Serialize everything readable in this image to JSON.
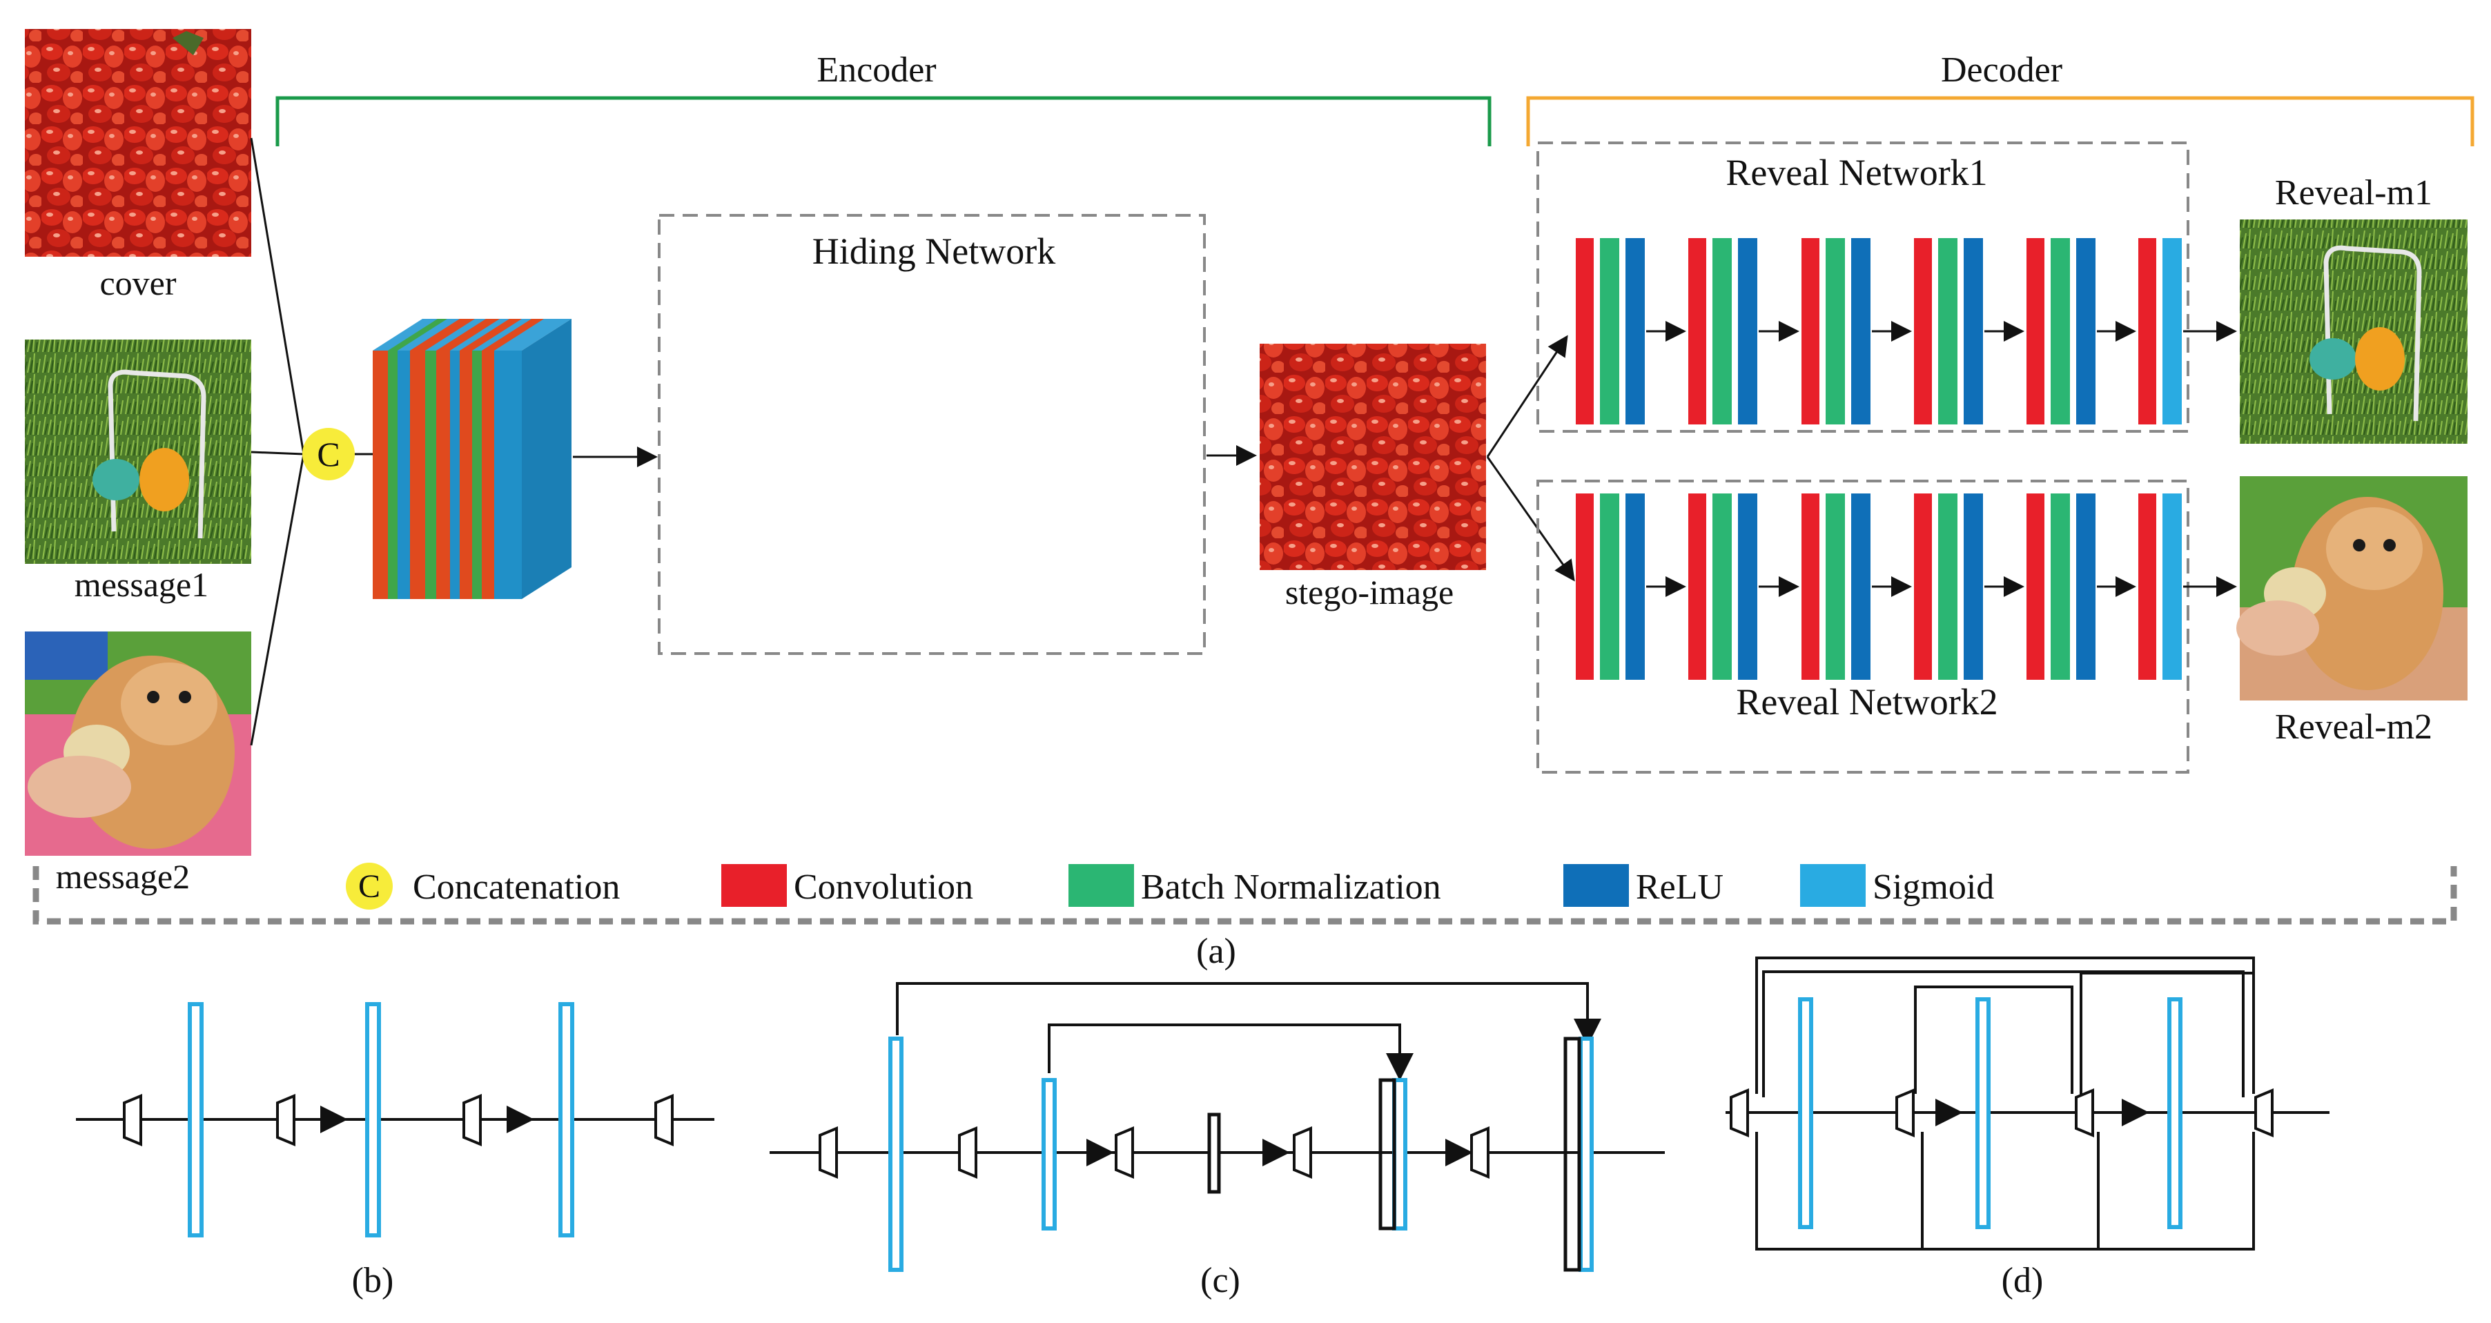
{
  "encoder": {
    "label": "Encoder"
  },
  "decoder": {
    "label": "Decoder"
  },
  "inputs": {
    "cover_label": "cover",
    "message1_label": "message1",
    "message2_label": "message2"
  },
  "concat": {
    "symbol": "C"
  },
  "hiding_network": {
    "label": "Hiding Network"
  },
  "stego": {
    "label": "stego-image"
  },
  "reveal1": {
    "label": "Reveal Network1"
  },
  "reveal2": {
    "label": "Reveal Network2"
  },
  "outputs": {
    "m1_label": "Reveal-m1",
    "m2_label": "Reveal-m2"
  },
  "legend": {
    "concat_symbol": "C",
    "concat": "Concatenation",
    "conv": "Convolution",
    "bn": "Batch Normalization",
    "relu": "ReLU",
    "sigmoid": "Sigmoid"
  },
  "captions": {
    "a": "(a)",
    "b": "(b)",
    "c": "(c)",
    "d": "(d)"
  },
  "colors": {
    "conv": "#e8202a",
    "bn": "#2bb673",
    "relu": "#0f6fb8",
    "sigmoid": "#29abe2",
    "concat": "#f7ec3a",
    "encoder_bracket": "#1a9a4a",
    "decoder_bracket": "#f4a832",
    "dashed": "#888888",
    "block_stroke": "#29abe2"
  }
}
